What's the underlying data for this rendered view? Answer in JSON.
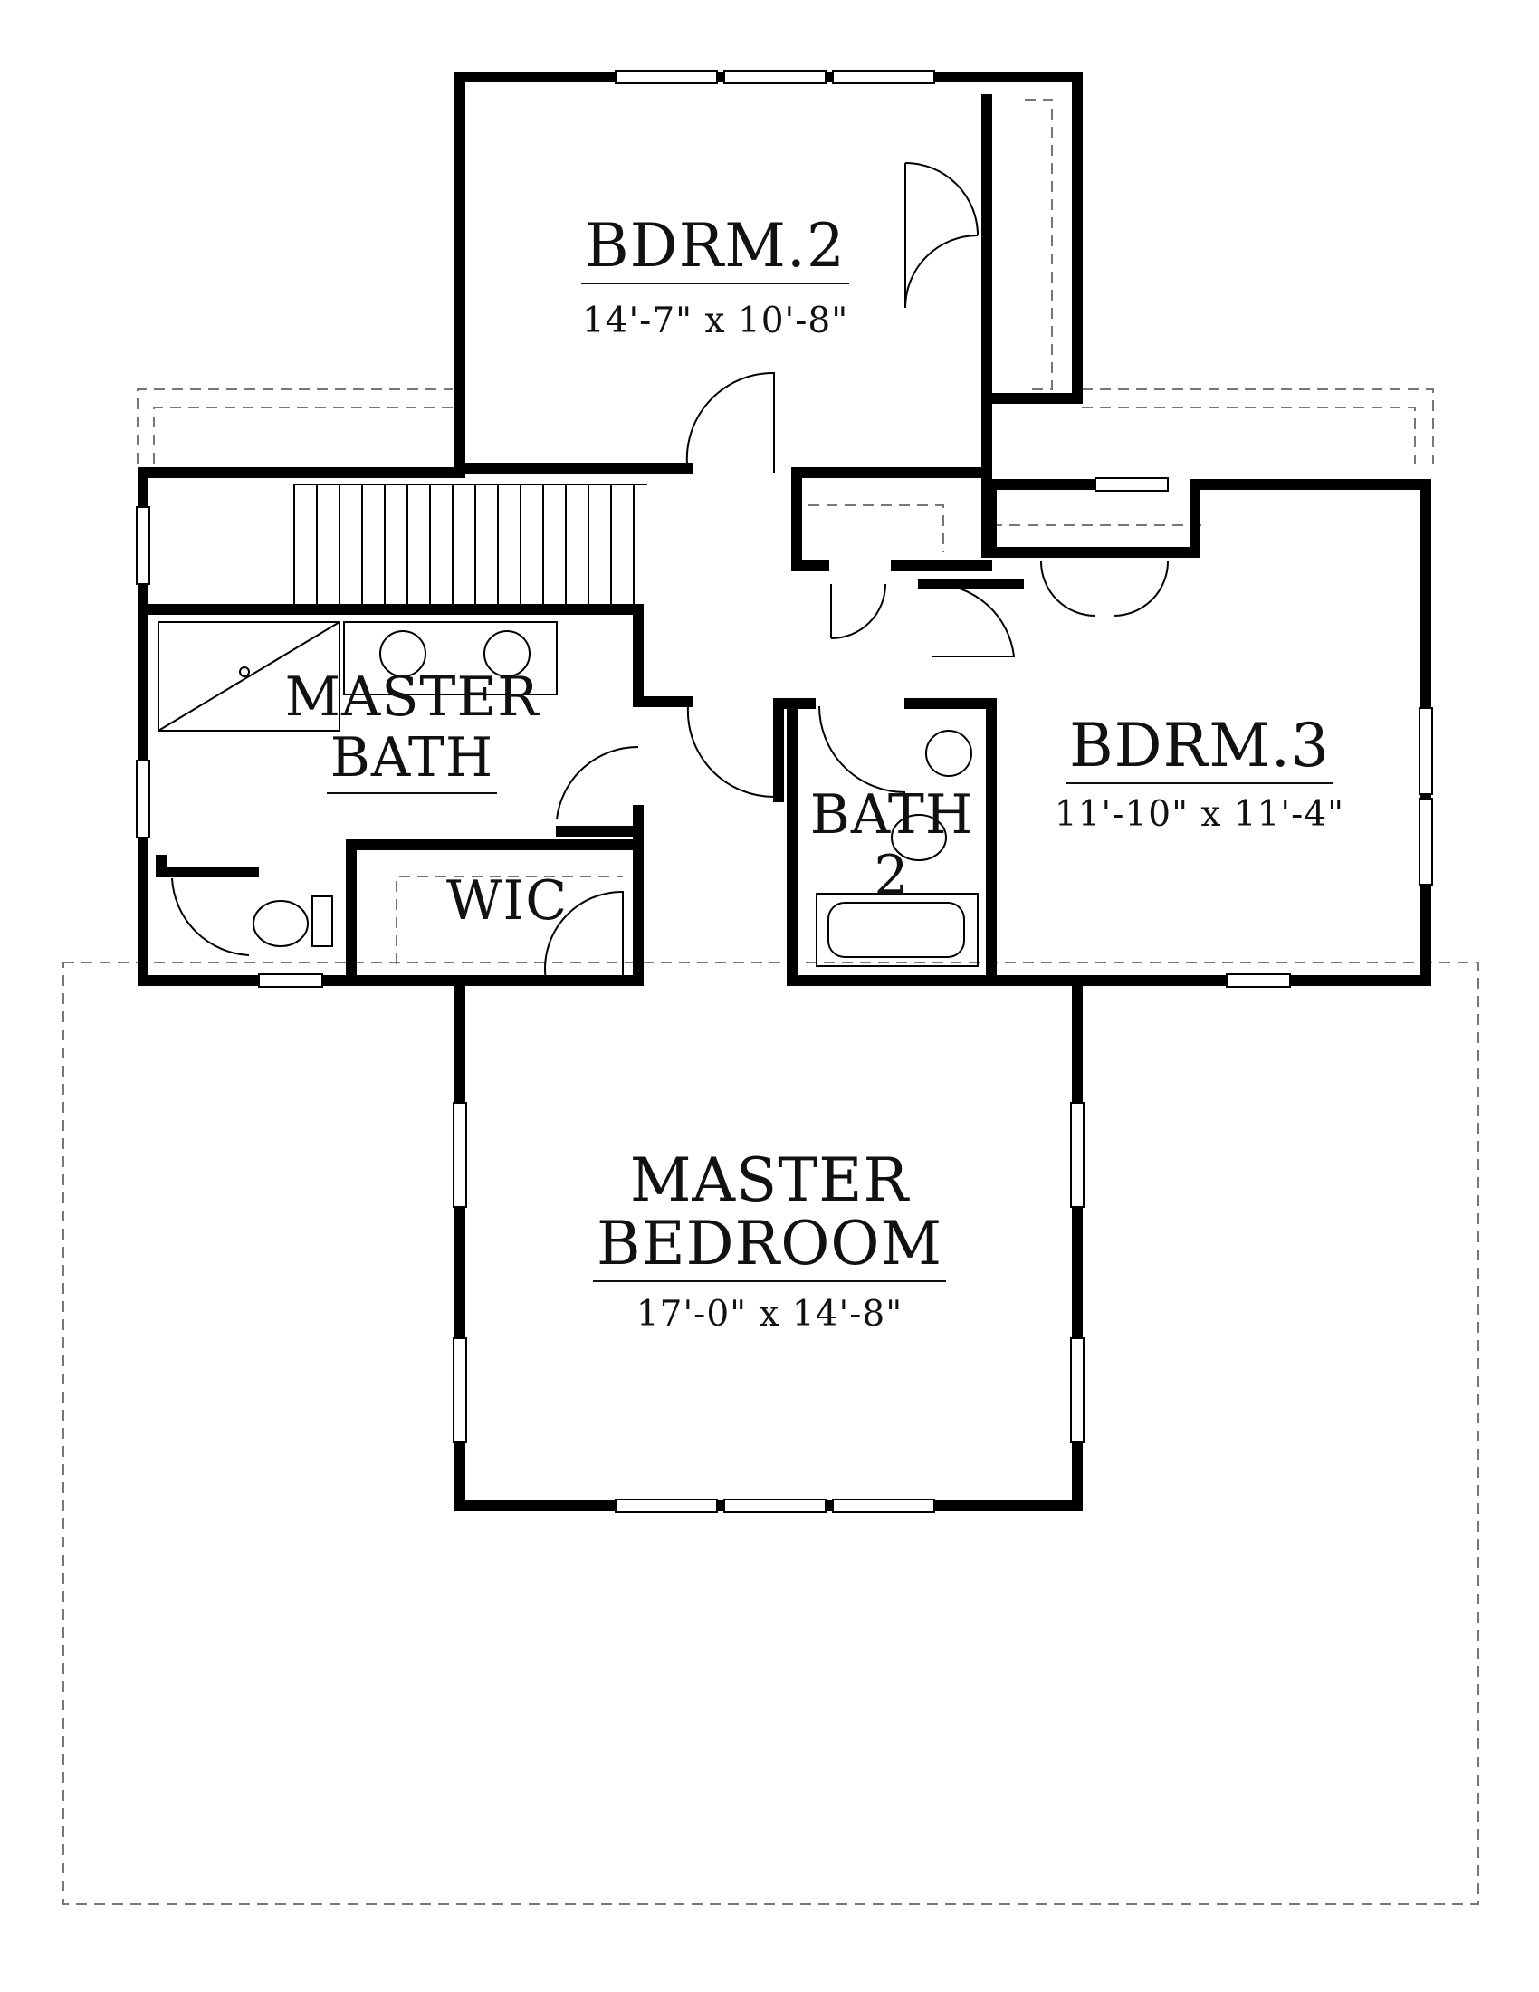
{
  "plan": {
    "rooms": {
      "bdrm2": {
        "name": "BDRM.2",
        "dims": "14'-7\" x 10'-8\""
      },
      "bdrm3": {
        "name": "BDRM.3",
        "dims": "11'-10\" x 11'-4\""
      },
      "master_bath": {
        "line1": "MASTER",
        "line2": "BATH"
      },
      "wic": {
        "name": "WIC"
      },
      "bath2": {
        "line1": "BATH",
        "line2": "2"
      },
      "master_bed": {
        "line1": "MASTER",
        "line2": "BEDROOM",
        "dims": "17'-0\" x 14'-8\""
      }
    }
  }
}
